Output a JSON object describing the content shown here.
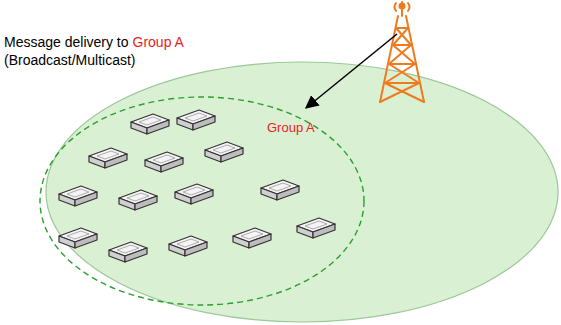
{
  "diagram": {
    "nodes": [
      {
        "text": [
          "Group A"
        ]
      }
    ],
    "labels": [
      "Message delivery to",
      "Group A",
      "(Broadcast/Multicast)"
    ]
  }
}
